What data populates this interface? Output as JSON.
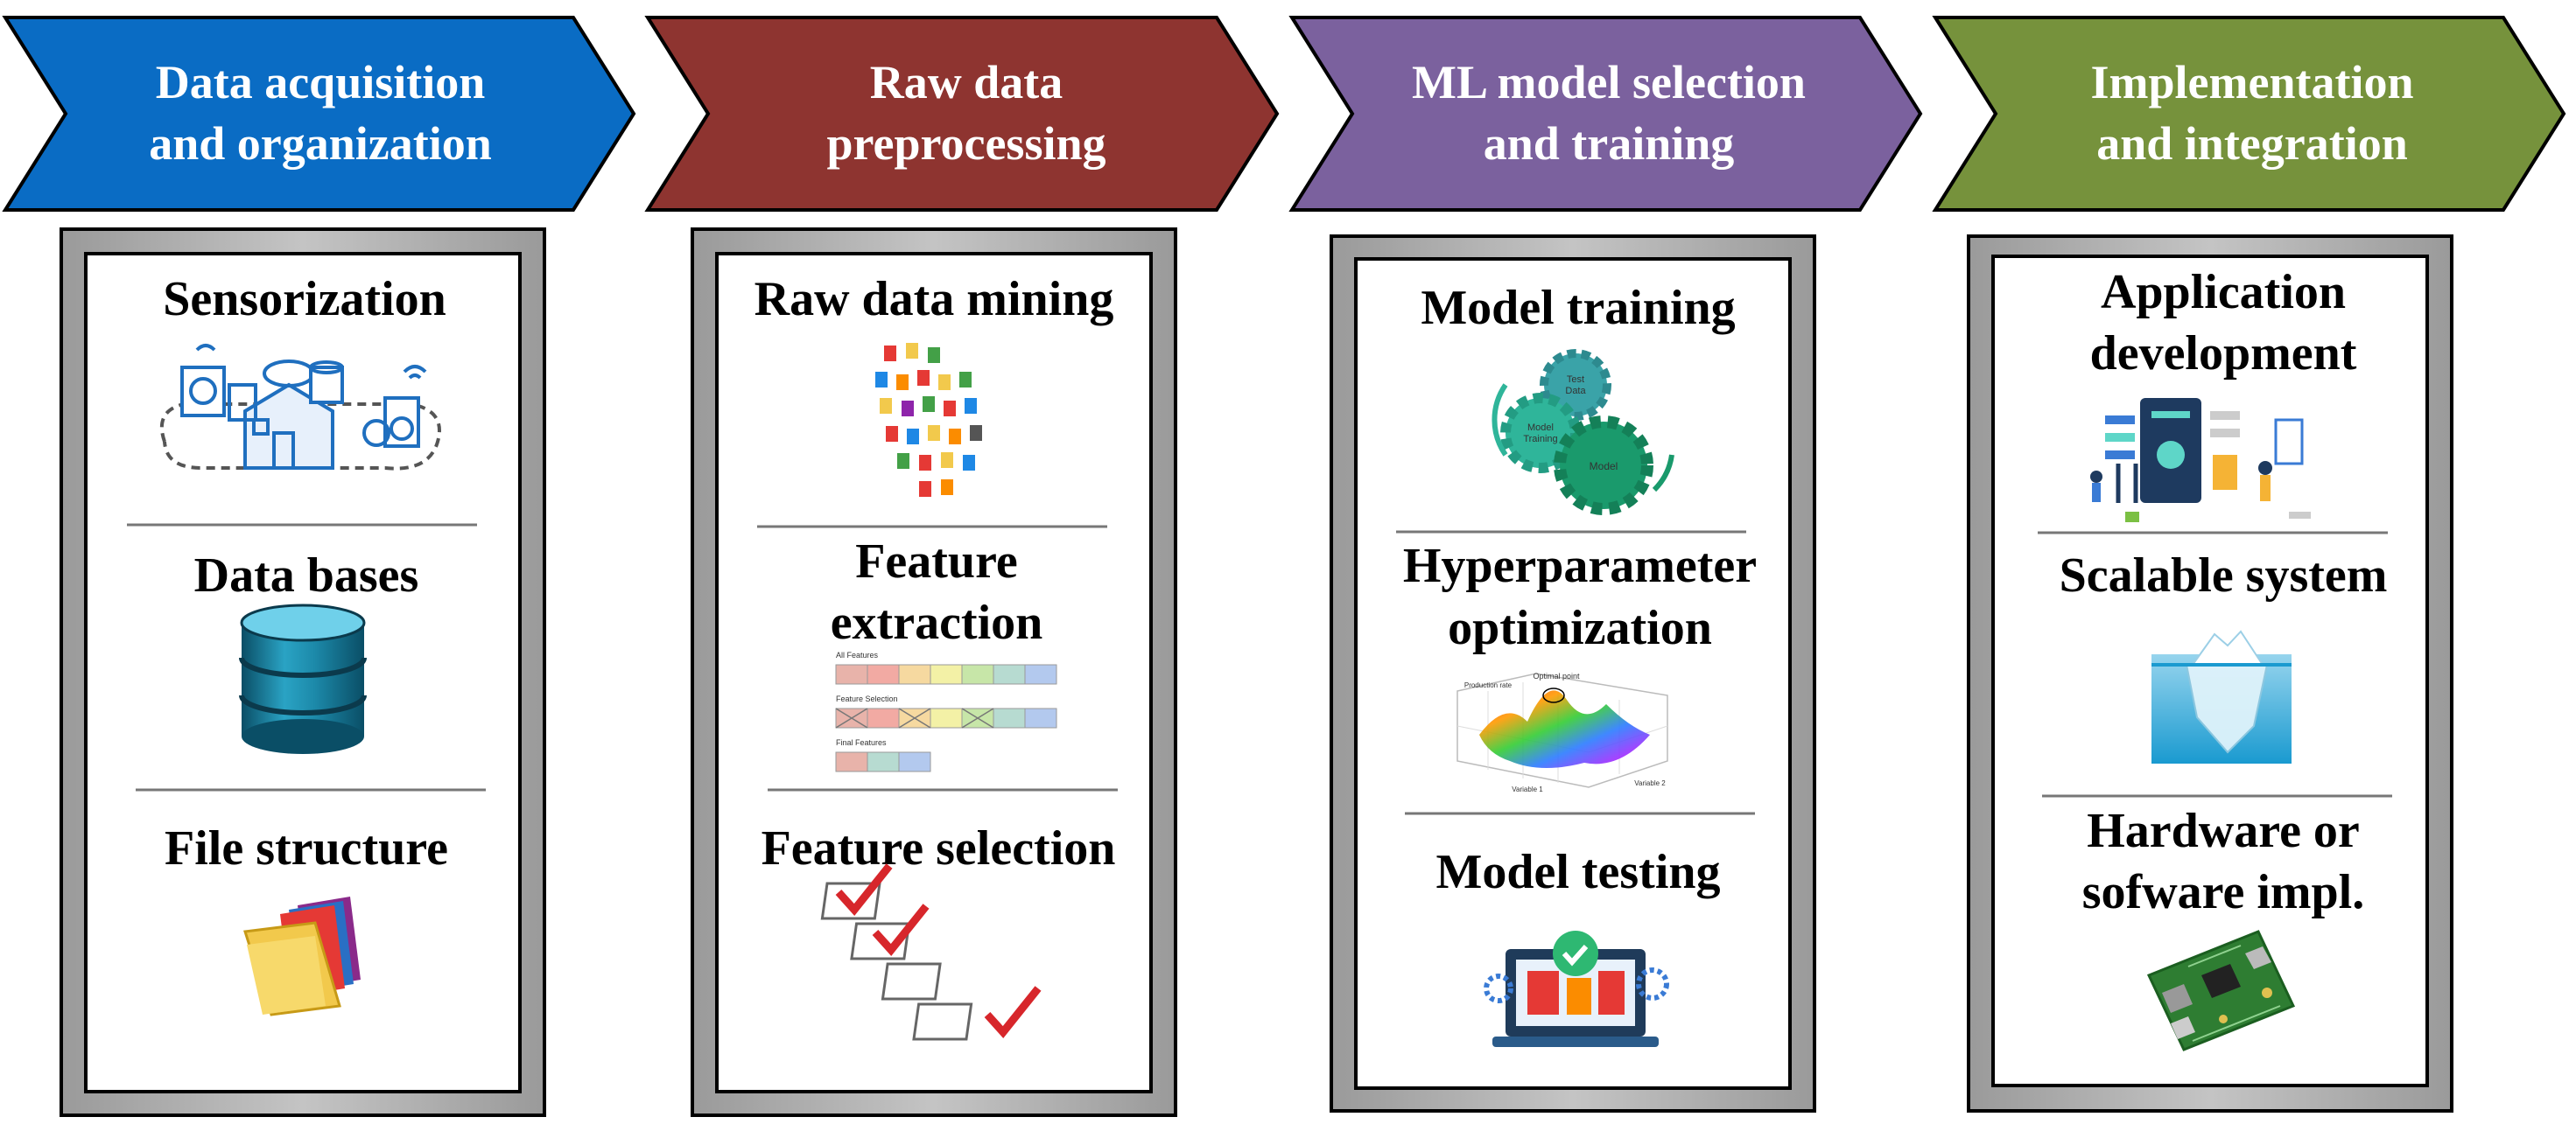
{
  "stages": [
    {
      "title_lines": [
        "Data acquisition",
        "and organization"
      ],
      "color": "#0A6CC4",
      "items": [
        {
          "label_lines": [
            "Sensorization"
          ],
          "icon": "smart-home-sensors-icon"
        },
        {
          "label_lines": [
            "Data bases"
          ],
          "icon": "database-cylinder-icon"
        },
        {
          "label_lines": [
            "File structure"
          ],
          "icon": "file-folders-icon"
        }
      ]
    },
    {
      "title_lines": [
        "Raw data",
        "preprocessing"
      ],
      "color": "#8E3430",
      "items": [
        {
          "label_lines": [
            "Raw data mining"
          ],
          "icon": "data-files-cloud-icon"
        },
        {
          "label_lines": [
            "Feature",
            "extraction"
          ],
          "icon": "feature-bars-icon"
        },
        {
          "label_lines": [
            "Feature selection"
          ],
          "icon": "checklist-icon"
        }
      ]
    },
    {
      "title_lines": [
        "ML model selection",
        "and training"
      ],
      "color": "#7B619E",
      "items": [
        {
          "label_lines": [
            "Model training"
          ],
          "icon": "gears-icon"
        },
        {
          "label_lines": [
            "Hyperparameter",
            "optimization"
          ],
          "icon": "surface-plot-icon"
        },
        {
          "label_lines": [
            "Model testing"
          ],
          "icon": "laptop-check-icon"
        }
      ]
    },
    {
      "title_lines": [
        "Implementation",
        "and integration"
      ],
      "color": "#76923C",
      "items": [
        {
          "label_lines": [
            "Application",
            "development"
          ],
          "icon": "app-dev-icon"
        },
        {
          "label_lines": [
            "Scalable system"
          ],
          "icon": "iceberg-icon"
        },
        {
          "label_lines": [
            "Hardware or",
            "sofware impl."
          ],
          "icon": "circuit-board-icon"
        }
      ]
    }
  ],
  "icon_text": {
    "gears": [
      "Test",
      "Data",
      "Model",
      "Training",
      "Model"
    ],
    "features": [
      "All Features",
      "Feature Selection",
      "Final Features"
    ],
    "plot": [
      "Optimal point",
      "Production rate",
      "Variable 1",
      "Variable 2"
    ]
  }
}
